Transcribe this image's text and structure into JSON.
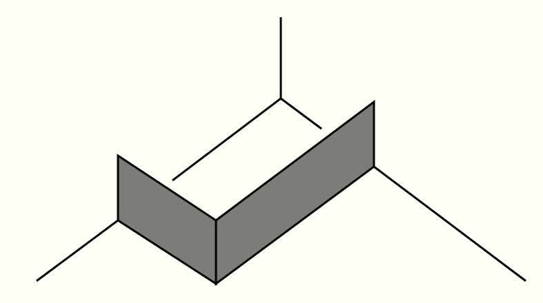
{
  "diagram": {
    "background": "#fefef6",
    "stroke_color": "#000000",
    "face_fill": "#7c7c78",
    "elements": [
      "left-panel",
      "right-panel",
      "top-vertical-stem",
      "top-left-arm",
      "top-right-arm",
      "left-outer-line",
      "right-outer-line"
    ]
  }
}
